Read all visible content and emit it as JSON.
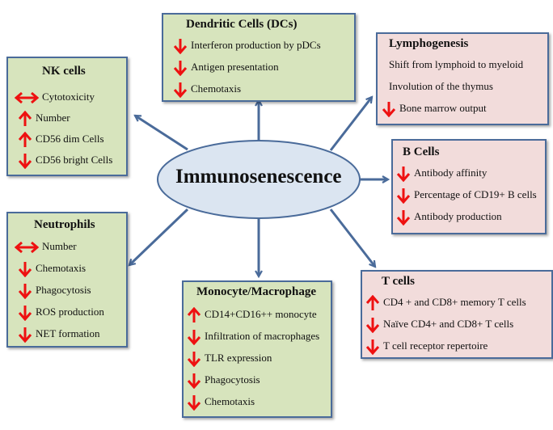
{
  "center": {
    "label": "Immunosenescence"
  },
  "colors": {
    "arrow": "#4a6b9a",
    "indicator": "#ee1111",
    "green_box": "#d7e4bd",
    "pink_box": "#f2dcdb",
    "ellipse": "#dbe5f1"
  },
  "nk": {
    "title": "NK cells",
    "items": [
      {
        "icon": "left-right-arrow-icon",
        "text": "Cytotoxicity"
      },
      {
        "icon": "up-arrow-icon",
        "text": "Number"
      },
      {
        "icon": "up-arrow-icon",
        "text": "CD56 dim Cells"
      },
      {
        "icon": "down-arrow-icon",
        "text": "CD56 bright Cells"
      }
    ]
  },
  "dc": {
    "title": "Dendritic Cells (DCs)",
    "items": [
      {
        "icon": "down-arrow-icon",
        "text": "Interferon production by pDCs"
      },
      {
        "icon": "down-arrow-icon",
        "text": "Antigen presentation"
      },
      {
        "icon": "down-arrow-icon",
        "text": "Chemotaxis"
      }
    ]
  },
  "lympho": {
    "title": "Lymphogenesis",
    "items": [
      {
        "icon": "",
        "text": "Shift from lymphoid to myeloid"
      },
      {
        "icon": "",
        "text": "Involution of the thymus"
      },
      {
        "icon": "down-arrow-icon",
        "text": "Bone marrow output"
      }
    ]
  },
  "bcells": {
    "title": "B Cells",
    "items": [
      {
        "icon": "down-arrow-icon",
        "text": "Antibody affinity"
      },
      {
        "icon": "down-arrow-icon",
        "text": "Percentage of CD19+ B cells"
      },
      {
        "icon": "down-arrow-icon",
        "text": "Antibody production"
      }
    ]
  },
  "neutro": {
    "title": "Neutrophils",
    "items": [
      {
        "icon": "left-right-arrow-icon",
        "text": "Number"
      },
      {
        "icon": "down-arrow-icon",
        "text": "Chemotaxis"
      },
      {
        "icon": "down-arrow-icon",
        "text": "Phagocytosis"
      },
      {
        "icon": "down-arrow-icon",
        "text": "ROS production"
      },
      {
        "icon": "down-arrow-icon",
        "text": "NET formation"
      }
    ]
  },
  "mono": {
    "title": "Monocyte/Macrophage",
    "items": [
      {
        "icon": "up-arrow-icon",
        "text": "CD14+CD16++ monocyte"
      },
      {
        "icon": "down-arrow-icon",
        "text": "Infiltration of macrophages"
      },
      {
        "icon": "down-arrow-icon",
        "text": "TLR expression"
      },
      {
        "icon": "down-arrow-icon",
        "text": "Phagocytosis"
      },
      {
        "icon": "down-arrow-icon",
        "text": "Chemotaxis"
      }
    ]
  },
  "tcells": {
    "title": "T cells",
    "items": [
      {
        "icon": "up-arrow-icon",
        "text": "CD4 + and CD8+ memory T cells"
      },
      {
        "icon": "down-arrow-icon",
        "text": "Naïve CD4+ and CD8+ T cells"
      },
      {
        "icon": "down-arrow-icon",
        "text": "T cell receptor repertoire"
      }
    ]
  }
}
